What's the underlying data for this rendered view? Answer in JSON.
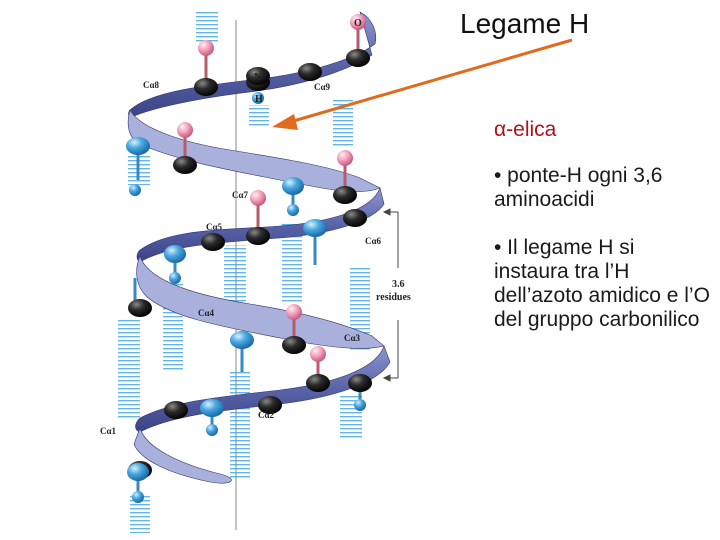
{
  "title": "Legame H",
  "helix_labels": {
    "n": "N",
    "h": "H",
    "o": "O",
    "residues_num": "3.6",
    "residues_word": "residues",
    "calphas": [
      "Cα8",
      "Cα9",
      "Cα7",
      "Cα5",
      "Cα6",
      "Cα4",
      "Cα3",
      "Cα1",
      "Cα2"
    ]
  },
  "text": {
    "heading": "α-elica",
    "bullets": [
      "• ponte-H ogni 3,6 aminoacidi",
      "• Il legame H si instaura tra l’H dell’azoto amidico e l’O del gruppo carbonilico"
    ]
  },
  "colors": {
    "arrow": "#e06a1e",
    "heading": "#b0121b",
    "ribbon": "#5a63a8",
    "ribbon_light": "#a9b0dc",
    "carbon": "#1c1c1c",
    "nitrogen": "#3fa0d8",
    "oxygen": "#f0a0b8"
  }
}
